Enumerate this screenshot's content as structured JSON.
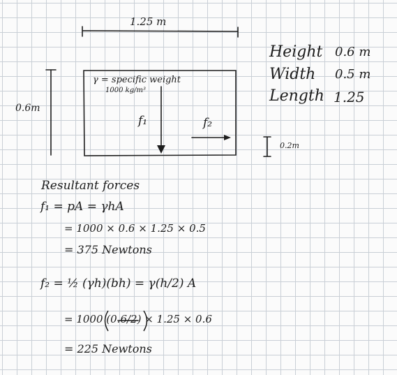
{
  "diagram": {
    "length_dim": "1.25 m",
    "height_dim": "0.6m",
    "gamma_note_line1": "γ = specific weight",
    "gamma_note_line2": "1000 kg/m³",
    "f1_label": "f₁",
    "f2_label": "f₂",
    "offset_dim": "0.2m"
  },
  "dimensions": [
    {
      "label": "Height",
      "value": "0.6 m"
    },
    {
      "label": "Width",
      "value": "0.5 m"
    },
    {
      "label": "Length",
      "value": "1.25"
    }
  ],
  "work": {
    "heading": "Resultant forces",
    "f1_lines": [
      "f₁  =  pA = γhA",
      "= 1000 × 0.6 × 1.25 × 0.5",
      "= 375 Newtons"
    ],
    "f2_lines": [
      "f₂  =  ½ (γh)(bh) = γ(h/2) A",
      "= 1000 (0.6/2) × 1.25 × 0.6",
      "= 225 Newtons"
    ]
  }
}
